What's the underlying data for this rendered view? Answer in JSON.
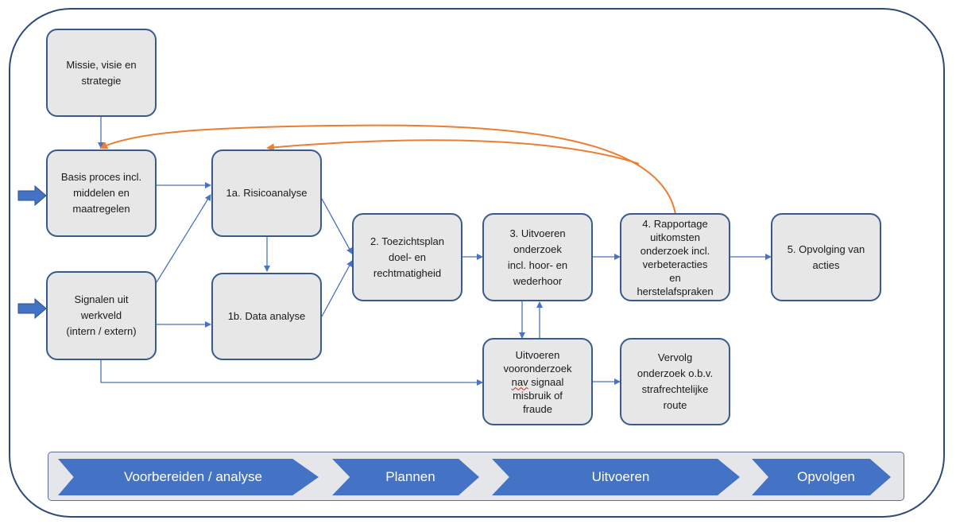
{
  "nodes": {
    "missie": "Missie, visie en\nstrategie",
    "basis": "Basis proces incl.\nmiddelen en\nmaatregelen",
    "signalen": "Signalen uit\nwerkveld\n(intern / extern)",
    "risico": "1a. Risicoanalyse",
    "data": "1b. Data analyse",
    "toezicht": "2. Toezichtsplan\ndoel- en\nrechtmatigheid",
    "uitvoeren": "3. Uitvoeren\nonderzoek\nincl. hoor- en\nwederhoor",
    "rapportage": "4. Rapportage\nuitkomsten\nonderzoek incl.\nverbeteracties\nen\nherstelafspraken",
    "opvolging": "5. Opvolging van\nacties",
    "vooronderzoek_1": "Uitvoeren\nvooronderzoek\n",
    "vooronderzoek_nav": "nav",
    "vooronderzoek_2": " signaal\nmisbruik of\nfraude",
    "vervolg": "Vervolg\nonderzoek o.b.v.\nstrafrechtelijke\nroute"
  },
  "phases": [
    "Voorbereiden / analyse",
    "Plannen",
    "Uitvoeren",
    "Opvolgen"
  ],
  "colors": {
    "box_fill": "#e7e7e7",
    "box_border": "#3a5a8c",
    "connector": "#4a72c0",
    "feedback": "#ed7d31",
    "phase": "#4472c4",
    "frame": "#2e4a7a"
  }
}
